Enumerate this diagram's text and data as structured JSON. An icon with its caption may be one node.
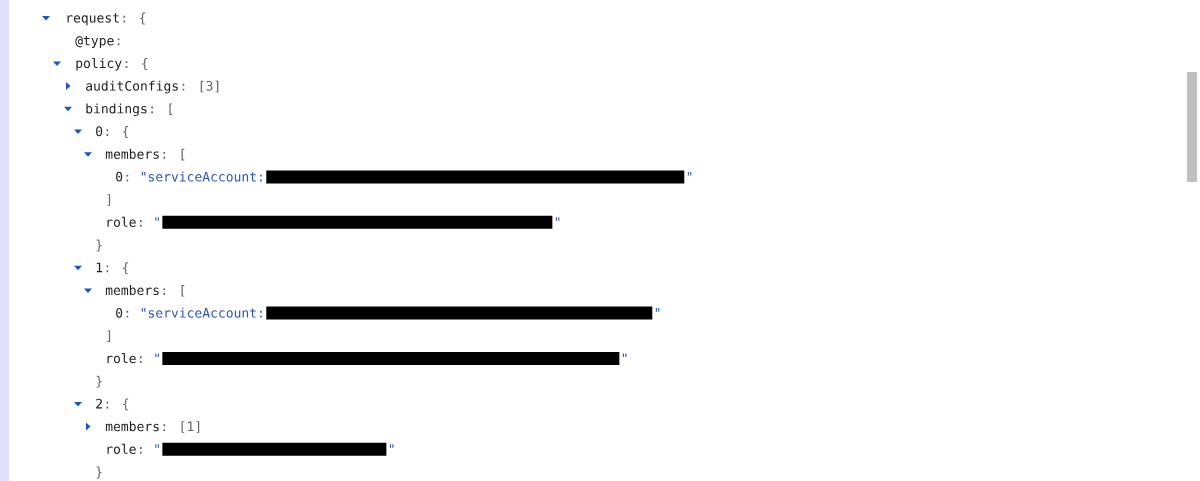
{
  "diagram": {
    "labels": [
      "request",
      ": {",
      "@type",
      ":",
      "policy",
      ": {",
      "auditConfigs",
      ": [3]",
      "bindings",
      ": [",
      "0",
      ": {",
      "members",
      ": [",
      "0",
      ":",
      "\"serviceAccount:",
      "\"",
      "]",
      "role",
      ":",
      "\"",
      "\"",
      "}",
      "1",
      ": {",
      "members",
      ": [",
      "0",
      ":",
      "\"serviceAccount:",
      "\"",
      "]",
      "role",
      ":",
      "\"",
      "\"",
      "}",
      "2",
      ": {",
      "members",
      ": [1]",
      "role",
      ":",
      "\"",
      "\"",
      "}"
    ]
  }
}
